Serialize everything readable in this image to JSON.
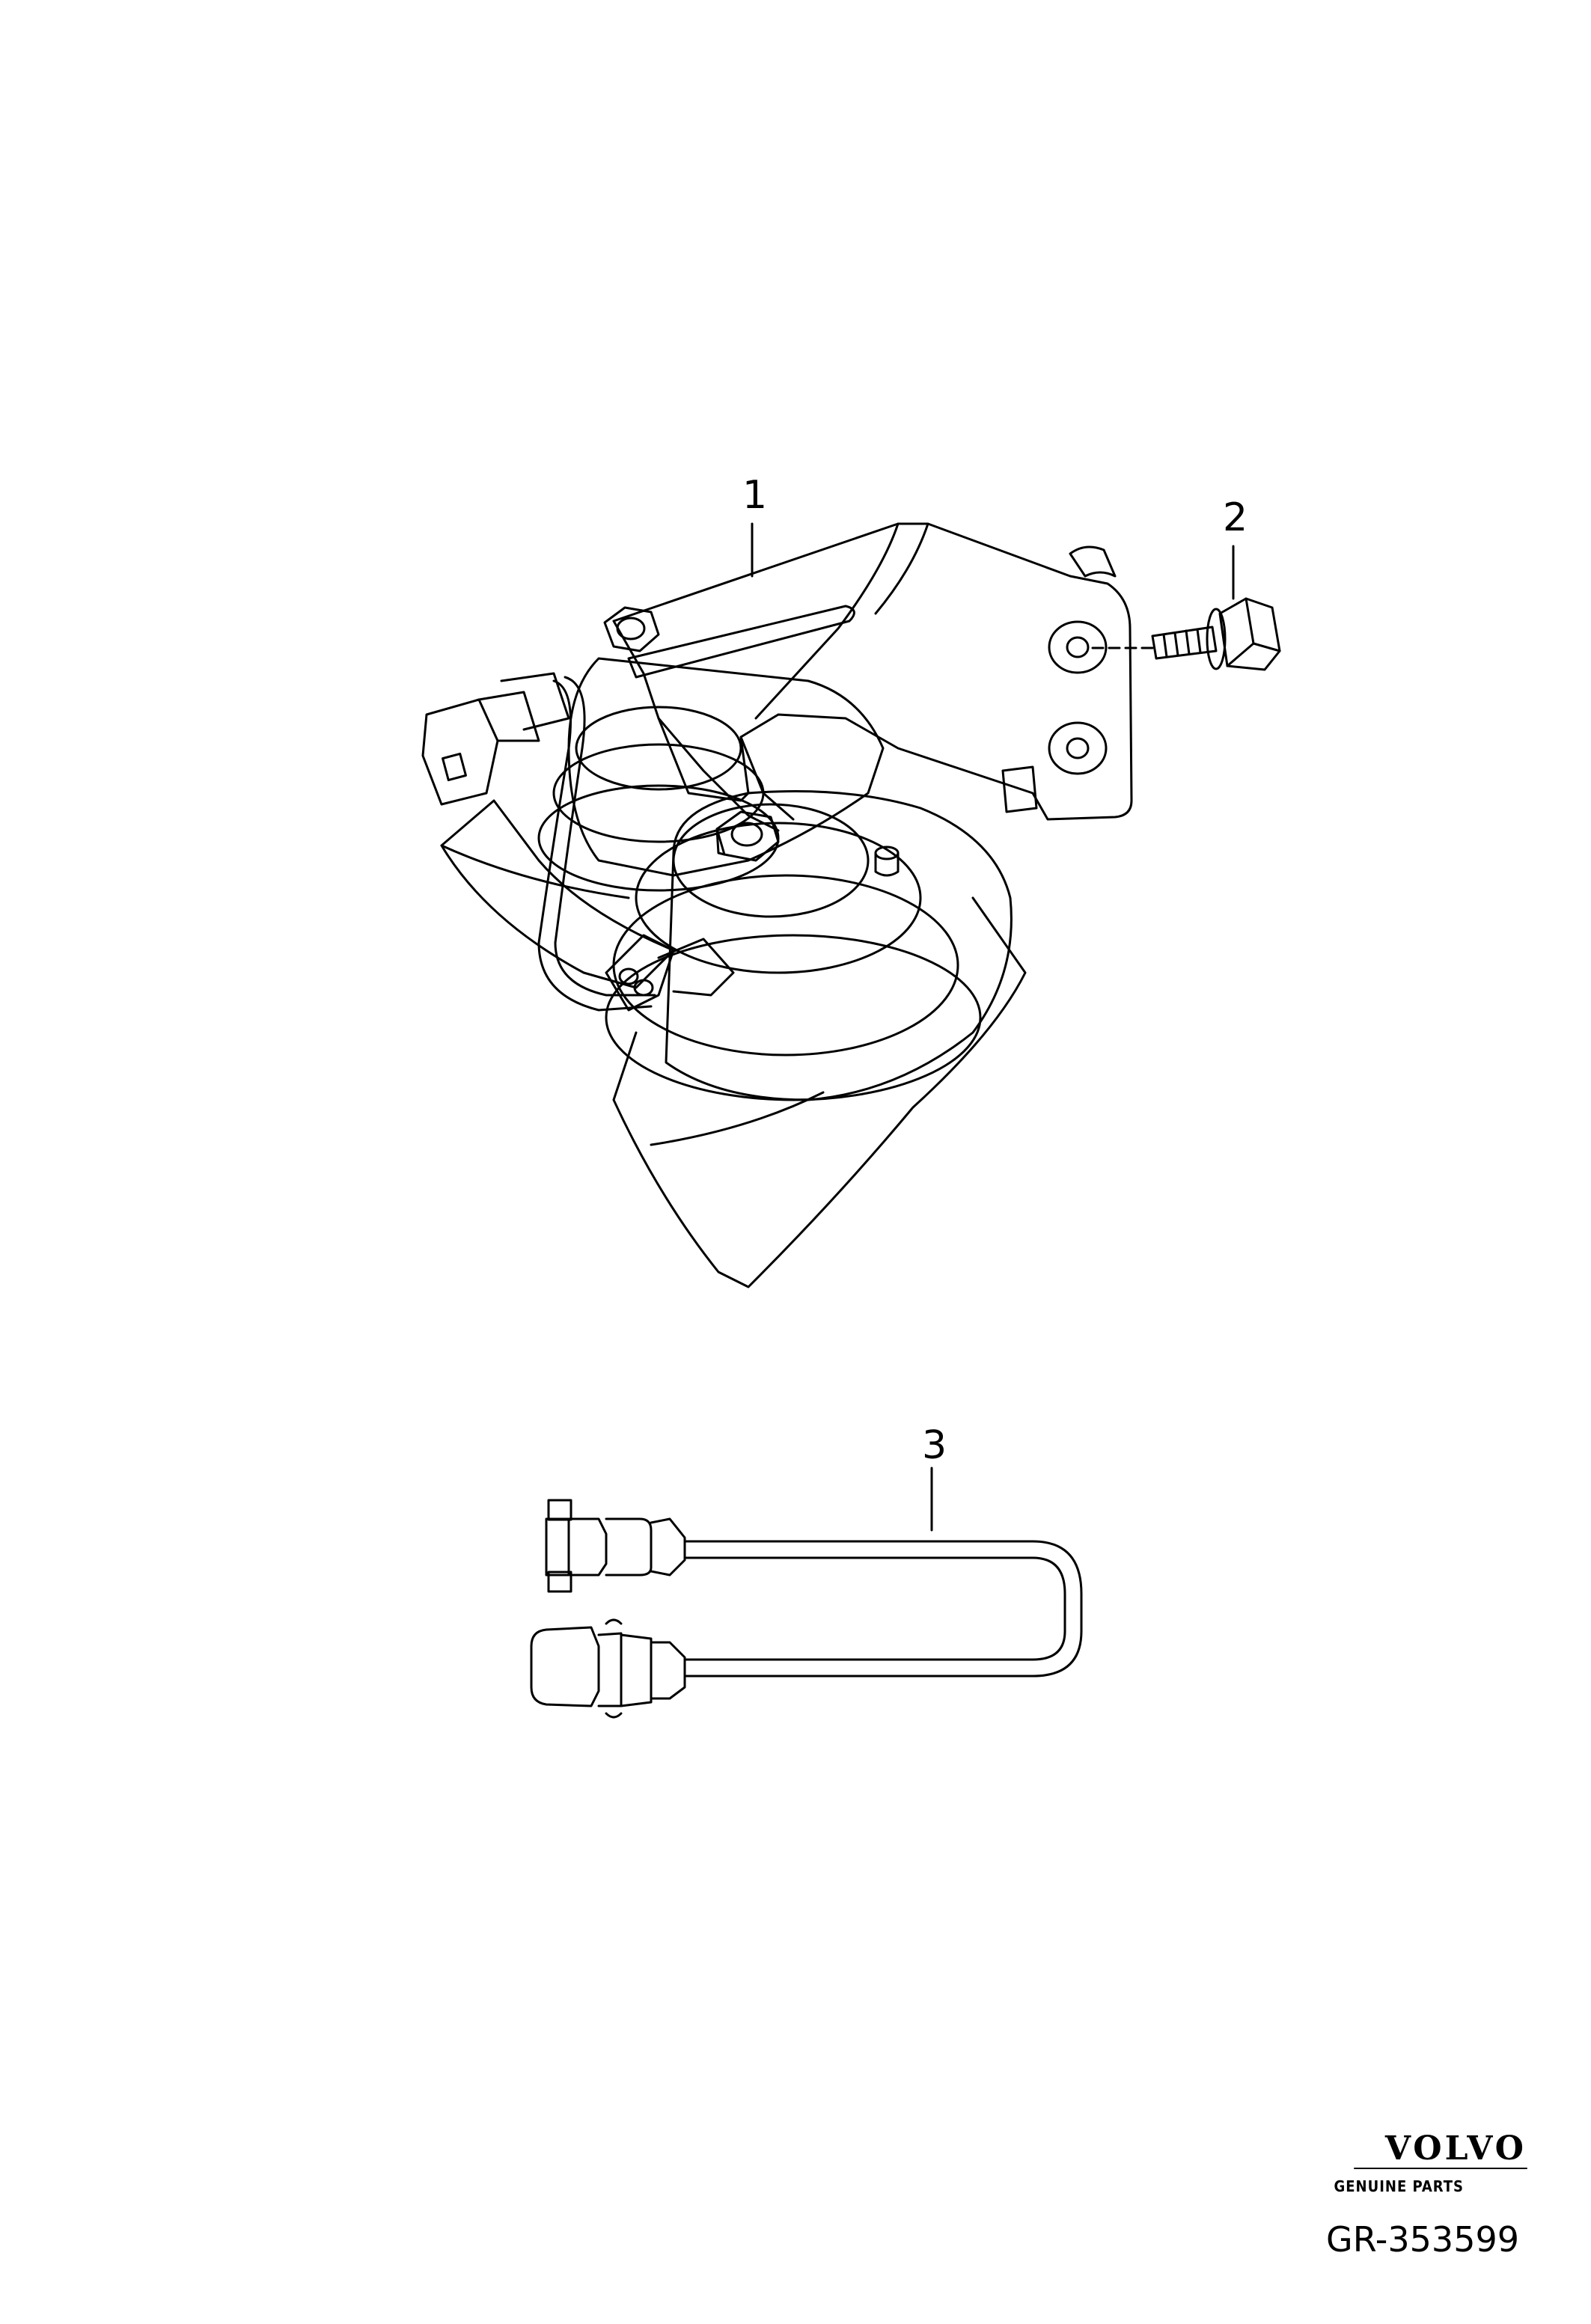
{
  "callouts": {
    "part_1": "1",
    "part_2": "2",
    "part_3": "3"
  },
  "branding": {
    "logo_text": "VOLVO",
    "tagline": "GENUINE PARTS",
    "reference": "GR-353599"
  }
}
